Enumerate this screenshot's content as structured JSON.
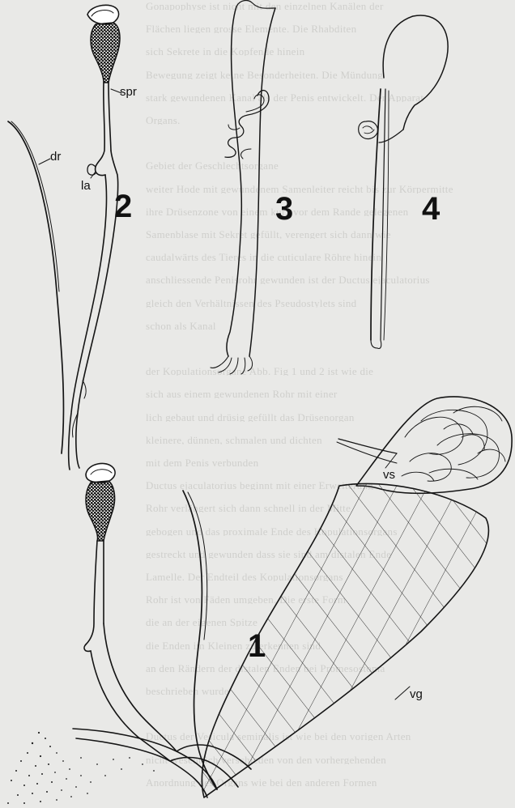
{
  "background_text": [
    "Gonapophyse ist nicht mit den einzelnen Kanälen der",
    "Flächen liegen grosse Elemente. Die Rhabditen",
    "sich Sekrete in die Kopfende hinein",
    "Bewegung zeigt keine Besonderheiten. Die Mündung",
    "stark gewundenen Kanal als der Penis entwickelt. Der Apparat",
    "Organs.",
    "",
    "Gebiet der Geschlechtsorgane",
    "weiter Hode mit gewundenem Samenleiter reicht bis zur Körpermitte",
    "ihre Drüsenzone von einem kurz vor dem Rande gelegenen",
    "Samenblase mit Sekret gefüllt, verengert sich dann wie",
    "caudalwärts des Tieres in die cuticulare Röhre hinein",
    "anschliessende Penisrohr gewunden ist der Ductus ejaculatorius",
    "gleich den Verhältnissen des Pseudostylets sind",
    "schon als Kanal",
    "",
    "der Kopulationsorgane Abb. Fig 1 und 2 ist wie die",
    "sich aus einem gewundenen Rohr mit einer",
    "lich gebaut und drüsig gefüllt das Drüsenorgan",
    "kleinere, dünnen, schmalen und dichten",
    "mit dem Penis verbunden",
    "Ductus ejaculatorius beginnt mit einer Erweiterung",
    "Rohr verlängert sich dann schnell in der Mitte",
    "gebogen und das proximale Ende des Kopulationsorgans",
    "gestreckt und gewunden dass sie sind am distalen Ende",
    "Lamelle. Der Endteil des Kopulationsorgans",
    "Rohr ist von Fäden umgeben. Die erste Form",
    "die an der eigenen Spitze",
    "die Enden im Kleinen zu erkennen sind",
    "an den Rändern der distalen Enden bei Promesostoma",
    "beschrieben wurde",
    "",
    "Ductus der Vesicula seminalis ist wie bei den vorigen Arten",
    "nicht wesentlich verschieden von den vorhergehenden",
    "Anordnung des Organs wie bei den anderen Formen"
  ],
  "labels": {
    "fig1": "1",
    "fig2": "2",
    "fig3": "3",
    "fig4": "4",
    "dr": "dr",
    "spr": "spr",
    "la": "la",
    "vs": "vs",
    "vg": "vg"
  }
}
